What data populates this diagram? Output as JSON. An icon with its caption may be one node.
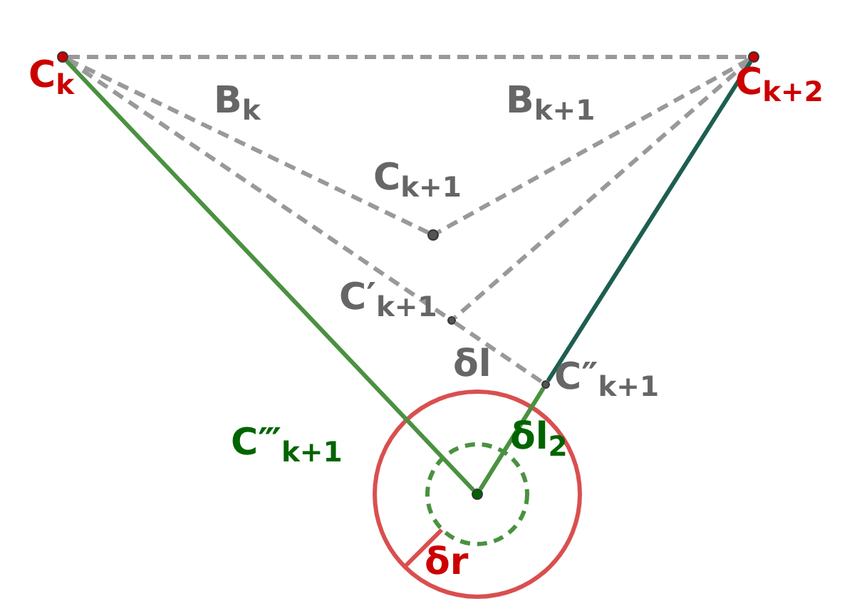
{
  "diagram": {
    "nodes": [
      {
        "text": [],
        "shape": "circle",
        "beside": [
          "C$_{k}$"
        ]
      },
      {
        "text": [],
        "shape": "circle",
        "beside": [
          "C$_{k+2}$"
        ]
      },
      {
        "text": [],
        "shape": "circle",
        "beside": [
          "C$_{k+1}$"
        ]
      },
      {
        "text": [],
        "shape": "circle",
        "beside": [
          "C′$_{k+1}$"
        ]
      },
      {
        "text": [],
        "shape": "circle",
        "beside": [
          "C″$_{k+1}$"
        ]
      },
      {
        "text": [],
        "shape": "circle",
        "beside": [
          "C‴$_{k+1}$"
        ]
      }
    ],
    "edges": [
      {
        "from": 0,
        "to": 1,
        "arrow": "none",
        "style": "dashed"
      },
      {
        "from": 0,
        "to": 2,
        "arrow": "none",
        "style": "dashed"
      },
      {
        "from": 1,
        "to": 2,
        "arrow": "none",
        "style": "dashed"
      },
      {
        "from": 0,
        "to": 3,
        "arrow": "none",
        "style": "dashed"
      },
      {
        "from": 1,
        "to": 3,
        "arrow": "none",
        "style": "dashed"
      },
      {
        "from": 3,
        "to": 4,
        "arrow": "none",
        "style": "dashed"
      },
      {
        "from": 0,
        "to": 5,
        "arrow": "none",
        "color": "#4a9140"
      },
      {
        "from": 1,
        "to": 4,
        "arrow": "none",
        "color": "#1d5e50"
      },
      {
        "from": 4,
        "to": 5,
        "arrow": "none",
        "color": "#4a9140"
      }
    ],
    "labels": [
      "B$_{k}$",
      "B$_{k+1}$",
      "δl",
      "δl$_{2}$",
      "δr"
    ]
  }
}
